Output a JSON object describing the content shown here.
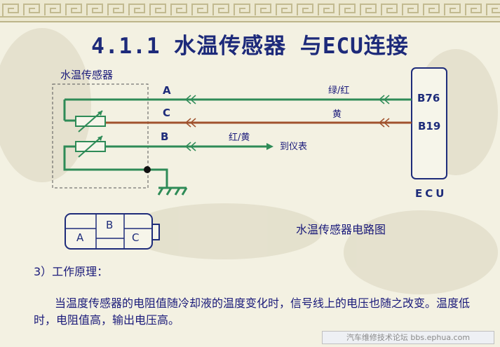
{
  "title": "4.1.1  水温传感器 与ECU连接",
  "diagram": {
    "sensor_label": "水温传感器",
    "pins": [
      "A",
      "C",
      "B"
    ],
    "wire_labels": [
      "绿/红",
      "黄",
      "红/黄"
    ],
    "to_gauge": "到仪表",
    "ecu_pins": [
      "B76",
      "B19"
    ],
    "ecu_label": "ECU",
    "connector_pins": [
      "A",
      "B",
      "C"
    ],
    "caption": "水温传感器电路图"
  },
  "section": {
    "heading": "3）工作原理：",
    "body": "当温度传感器的电阻值随冷却液的温度变化时，信号线上的电压也随之改变。温度低时，电阻值高，输出电压高。"
  },
  "footer": "汽车维修技术论坛 bbs.ephua.com",
  "colors": {
    "title": "#1d2a7a",
    "wire_green": "#2e8b57",
    "wire_yellow": "#a0522d"
  }
}
